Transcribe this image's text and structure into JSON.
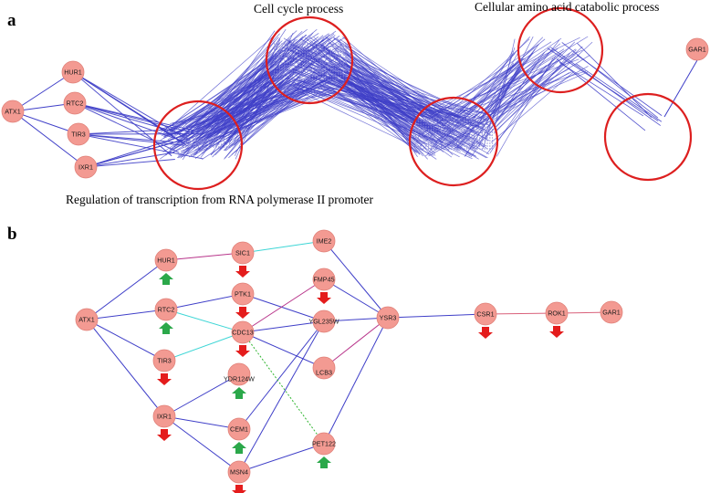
{
  "panel_a": {
    "letter": "a",
    "captions": {
      "cell_cycle": "Cell cycle process",
      "amino_acid": "Cellular amino acid catabolic process",
      "transcription": "Regulation of transcription from RNA polymerase II promoter"
    },
    "nodes": {
      "atx1": "ATX1",
      "hur1": "HUR1",
      "rtc2": "RTC2",
      "tir3": "TIR3",
      "ixr1": "IXR1",
      "gar1": "GAR1"
    }
  },
  "panel_b": {
    "letter": "b",
    "nodes": {
      "atx1": "ATX1",
      "hur1": "HUR1",
      "rtc2": "RTC2",
      "tir3": "TIR3",
      "ixr1": "IXR1",
      "sic1": "SIC1",
      "ime2": "IME2",
      "ptk1": "PTK1",
      "fmp45": "FMP45",
      "cdc13": "CDC13",
      "ygl235w": "YGL235W",
      "ydr124w": "YDR124W",
      "lcb3": "LCB3",
      "cem1": "CEM1",
      "msn4": "MSN4",
      "pet122": "PET122",
      "ysr3": "YSR3",
      "csr1": "CSR1",
      "rok1": "ROK1",
      "gar1": "GAR1"
    },
    "regulation": {
      "up": [
        "hur1",
        "rtc2",
        "ydr124w",
        "cem1",
        "pet122"
      ],
      "down": [
        "sic1",
        "ptk1",
        "fmp45",
        "cdc13",
        "tir3",
        "ixr1",
        "msn4",
        "csr1",
        "rok1"
      ]
    },
    "colors": {
      "edge": "#3f3fc8",
      "edge_magenta": "#b8348a",
      "edge_cyan": "#3ed6d6",
      "edge_dotted": "#2fb52f",
      "up_arrow": "#2ba84a",
      "down_arrow": "#e41c1c",
      "node_fill": "#f39a92",
      "cluster_ring": "#dd1f1f"
    }
  }
}
